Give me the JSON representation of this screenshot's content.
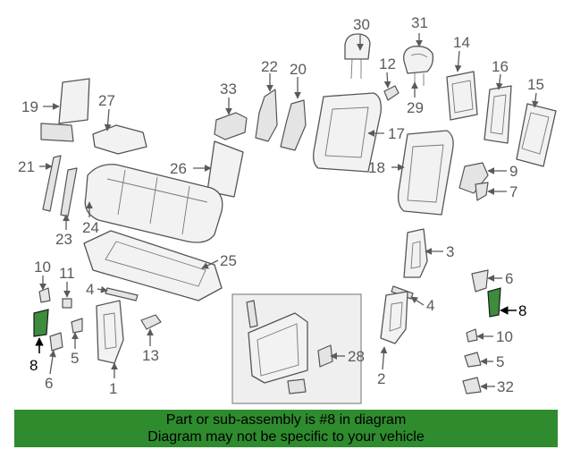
{
  "diagram": {
    "callouts": [
      "30",
      "31",
      "14",
      "22",
      "20",
      "12",
      "16",
      "15",
      "33",
      "19",
      "27",
      "29",
      "17",
      "26",
      "9",
      "18",
      "21",
      "7",
      "24",
      "23",
      "3",
      "10",
      "11",
      "25",
      "6",
      "4",
      "8",
      "4",
      "8",
      "13",
      "5",
      "10",
      "28",
      "6",
      "1",
      "2",
      "5",
      "32"
    ],
    "highlight_color": "#3c8c3c"
  },
  "banner": {
    "line1": "Part or sub-assembly is #8 in diagram",
    "line2": "Diagram may not be specific to your vehicle",
    "background": "#2e8b2e"
  }
}
